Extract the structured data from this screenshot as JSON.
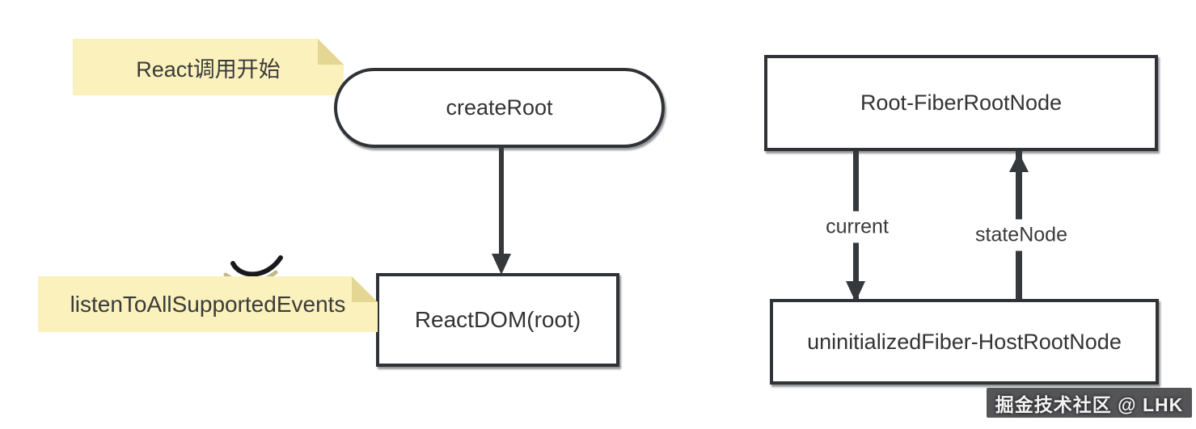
{
  "notes": {
    "react_start": "React调用开始",
    "listen_events": "listenToAllSupportedEvents"
  },
  "nodes": {
    "create_root": "createRoot",
    "react_dom": "ReactDOM(root)",
    "fiber_root": "Root-FiberRootNode",
    "host_root": "uninitializedFiber-HostRootNode"
  },
  "edges": {
    "create_to_reactdom": {
      "from": "createRoot",
      "to": "ReactDOM(root)",
      "label": ""
    },
    "current": {
      "from": "Root-FiberRootNode",
      "to": "uninitializedFiber-HostRootNode",
      "label": "current"
    },
    "state_node": {
      "from": "uninitializedFiber-HostRootNode",
      "to": "Root-FiberRootNode",
      "label": "stateNode"
    }
  },
  "watermark": "掘金技术社区 @ LHK",
  "colors": {
    "note_bg": "#FAF1BC",
    "note_fold": "#E4D693",
    "node_border": "#2F3337",
    "edge_line": "#35393C",
    "text": "#3A3A3A",
    "watermark_bg": "#3E3E41"
  }
}
